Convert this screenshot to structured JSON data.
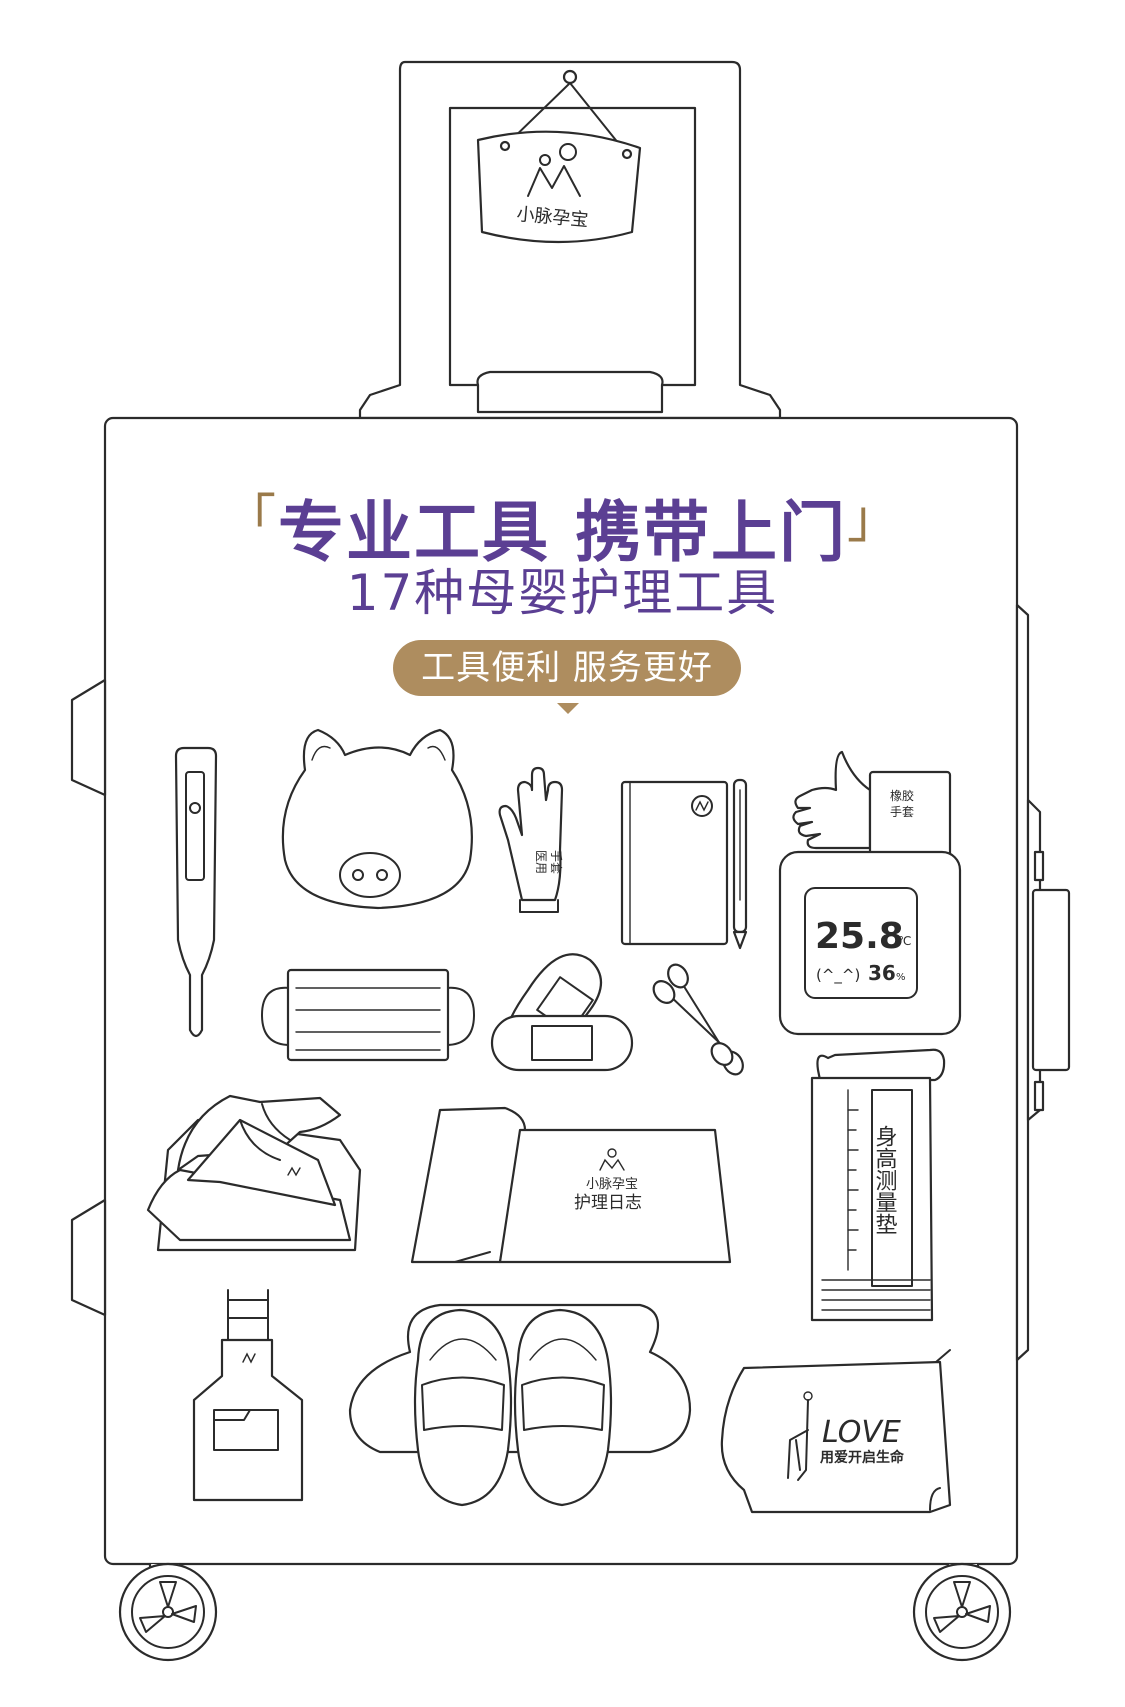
{
  "header": {
    "bracket_open": "「",
    "title": "专业工具 携带上门",
    "bracket_close": "」",
    "subtitle": "17种母婴护理工具",
    "tagline": "工具便利 服务更好"
  },
  "brand": {
    "name": "小脉孕宝",
    "logo_icon": "mother-child-logo-icon"
  },
  "items": {
    "rubber_gloves": "橡胶\n手套",
    "rubber_gloves_l1": "橡胶",
    "rubber_gloves_l2": "手套",
    "medical_gloves_l1": "医用",
    "medical_gloves_l2": "手套",
    "hygrometer_temp": "25.8",
    "hygrometer_unit": "℃",
    "hygrometer_face": "(^_^)",
    "hygrometer_humidity": "36",
    "hygrometer_hum_unit": "%",
    "diary_brand": "小脉孕宝",
    "diary_title": "护理日志",
    "height_mat": "身高测量垫",
    "pouch_word": "LOVE",
    "pouch_slogan": "用爱开启生命"
  },
  "colors": {
    "title_purple": "#5b3f93",
    "accent_gold": "#ae8d5f",
    "line": "#2b2b2b"
  }
}
